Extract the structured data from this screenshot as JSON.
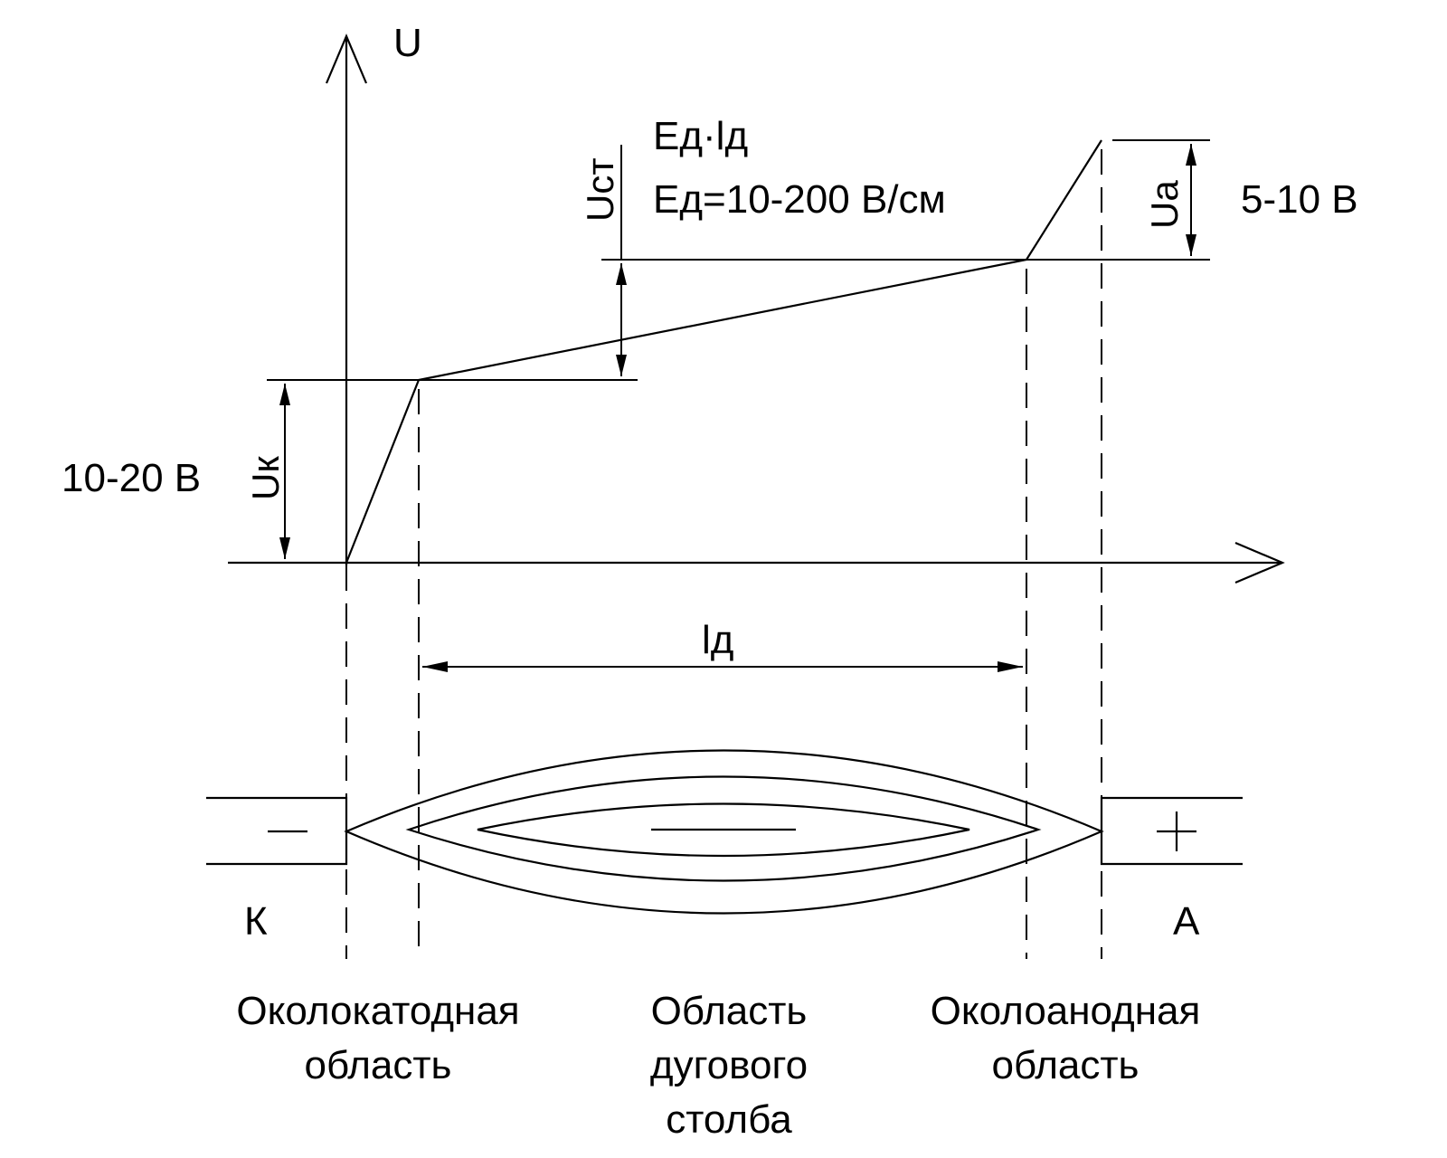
{
  "axes": {
    "y_label": "U"
  },
  "labels": {
    "uk": "Uк",
    "uk_value": "10-20 В",
    "ust": "Uст",
    "ed_ld": "Eд·lд",
    "ed_value": "Eд=10-200 В/см",
    "ua": "Ua",
    "ua_value": "5-10 В",
    "ld": "lд",
    "cathode": "К",
    "anode": "А",
    "minus": "−",
    "plus": "+"
  },
  "regions": {
    "cathode": [
      "Околокатодная",
      "область"
    ],
    "column": [
      "Область",
      "дугового",
      "столба"
    ],
    "anode": [
      "Околоанодная",
      "область"
    ]
  }
}
